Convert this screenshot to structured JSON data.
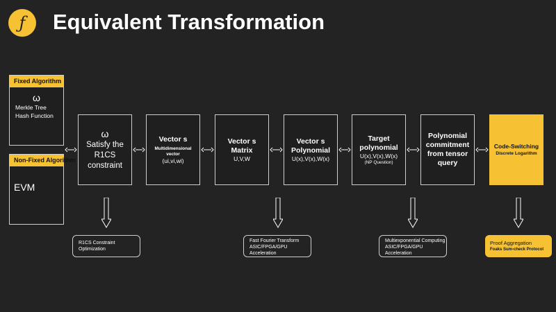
{
  "header": {
    "logo_glyph": "ƒ",
    "title": "Equivalent Transformation",
    "accent_color": "#f6c234",
    "background_color": "#232323"
  },
  "fixed_algorithm": {
    "heading": "Fixed Algorithm",
    "symbol": "ω",
    "lines": [
      "Merkle Tree",
      "Hash Function"
    ]
  },
  "non_fixed_algorithm": {
    "heading": "Non-Fixed Algorithm",
    "text": "EVM"
  },
  "steps": [
    {
      "symbol": "ω",
      "lines": [
        "Satisfy the",
        "R1CS",
        "constraint"
      ]
    },
    {
      "title": "Vector s",
      "subtitle_lines": [
        "Multidimensional",
        "vector"
      ],
      "detail": "(ui,vi,wi)"
    },
    {
      "title_lines": [
        "Vector s",
        "Matrix"
      ],
      "detail": "U,V,W"
    },
    {
      "title_lines": [
        "Vector s",
        "Polynomial"
      ],
      "detail": "U(x),V(x),W(x)"
    },
    {
      "title_lines": [
        "Target",
        "polynomial"
      ],
      "detail": "U(x),V(x),W(x)",
      "note": "(NP Question)"
    },
    {
      "title_lines": [
        "Polynomial",
        "commitment",
        "from tensor",
        "query"
      ]
    },
    {
      "title": "Code-Switching",
      "subtitle": "Discrete Logarithm"
    }
  ],
  "annotations": [
    {
      "lines": [
        "R1CS Constraint",
        "Optimization"
      ]
    },
    {
      "lines": [
        "Fast Fourier Transform",
        "ASIC/FPGA/GPU",
        "Acceleration"
      ]
    },
    {
      "lines": [
        "Multiexponential Computing",
        "ASIC/FPGA/GPU",
        "Acceleration"
      ]
    },
    {
      "title": "Proof Aggregation",
      "subtitle": "Foaks Sum-check Protocol"
    }
  ]
}
